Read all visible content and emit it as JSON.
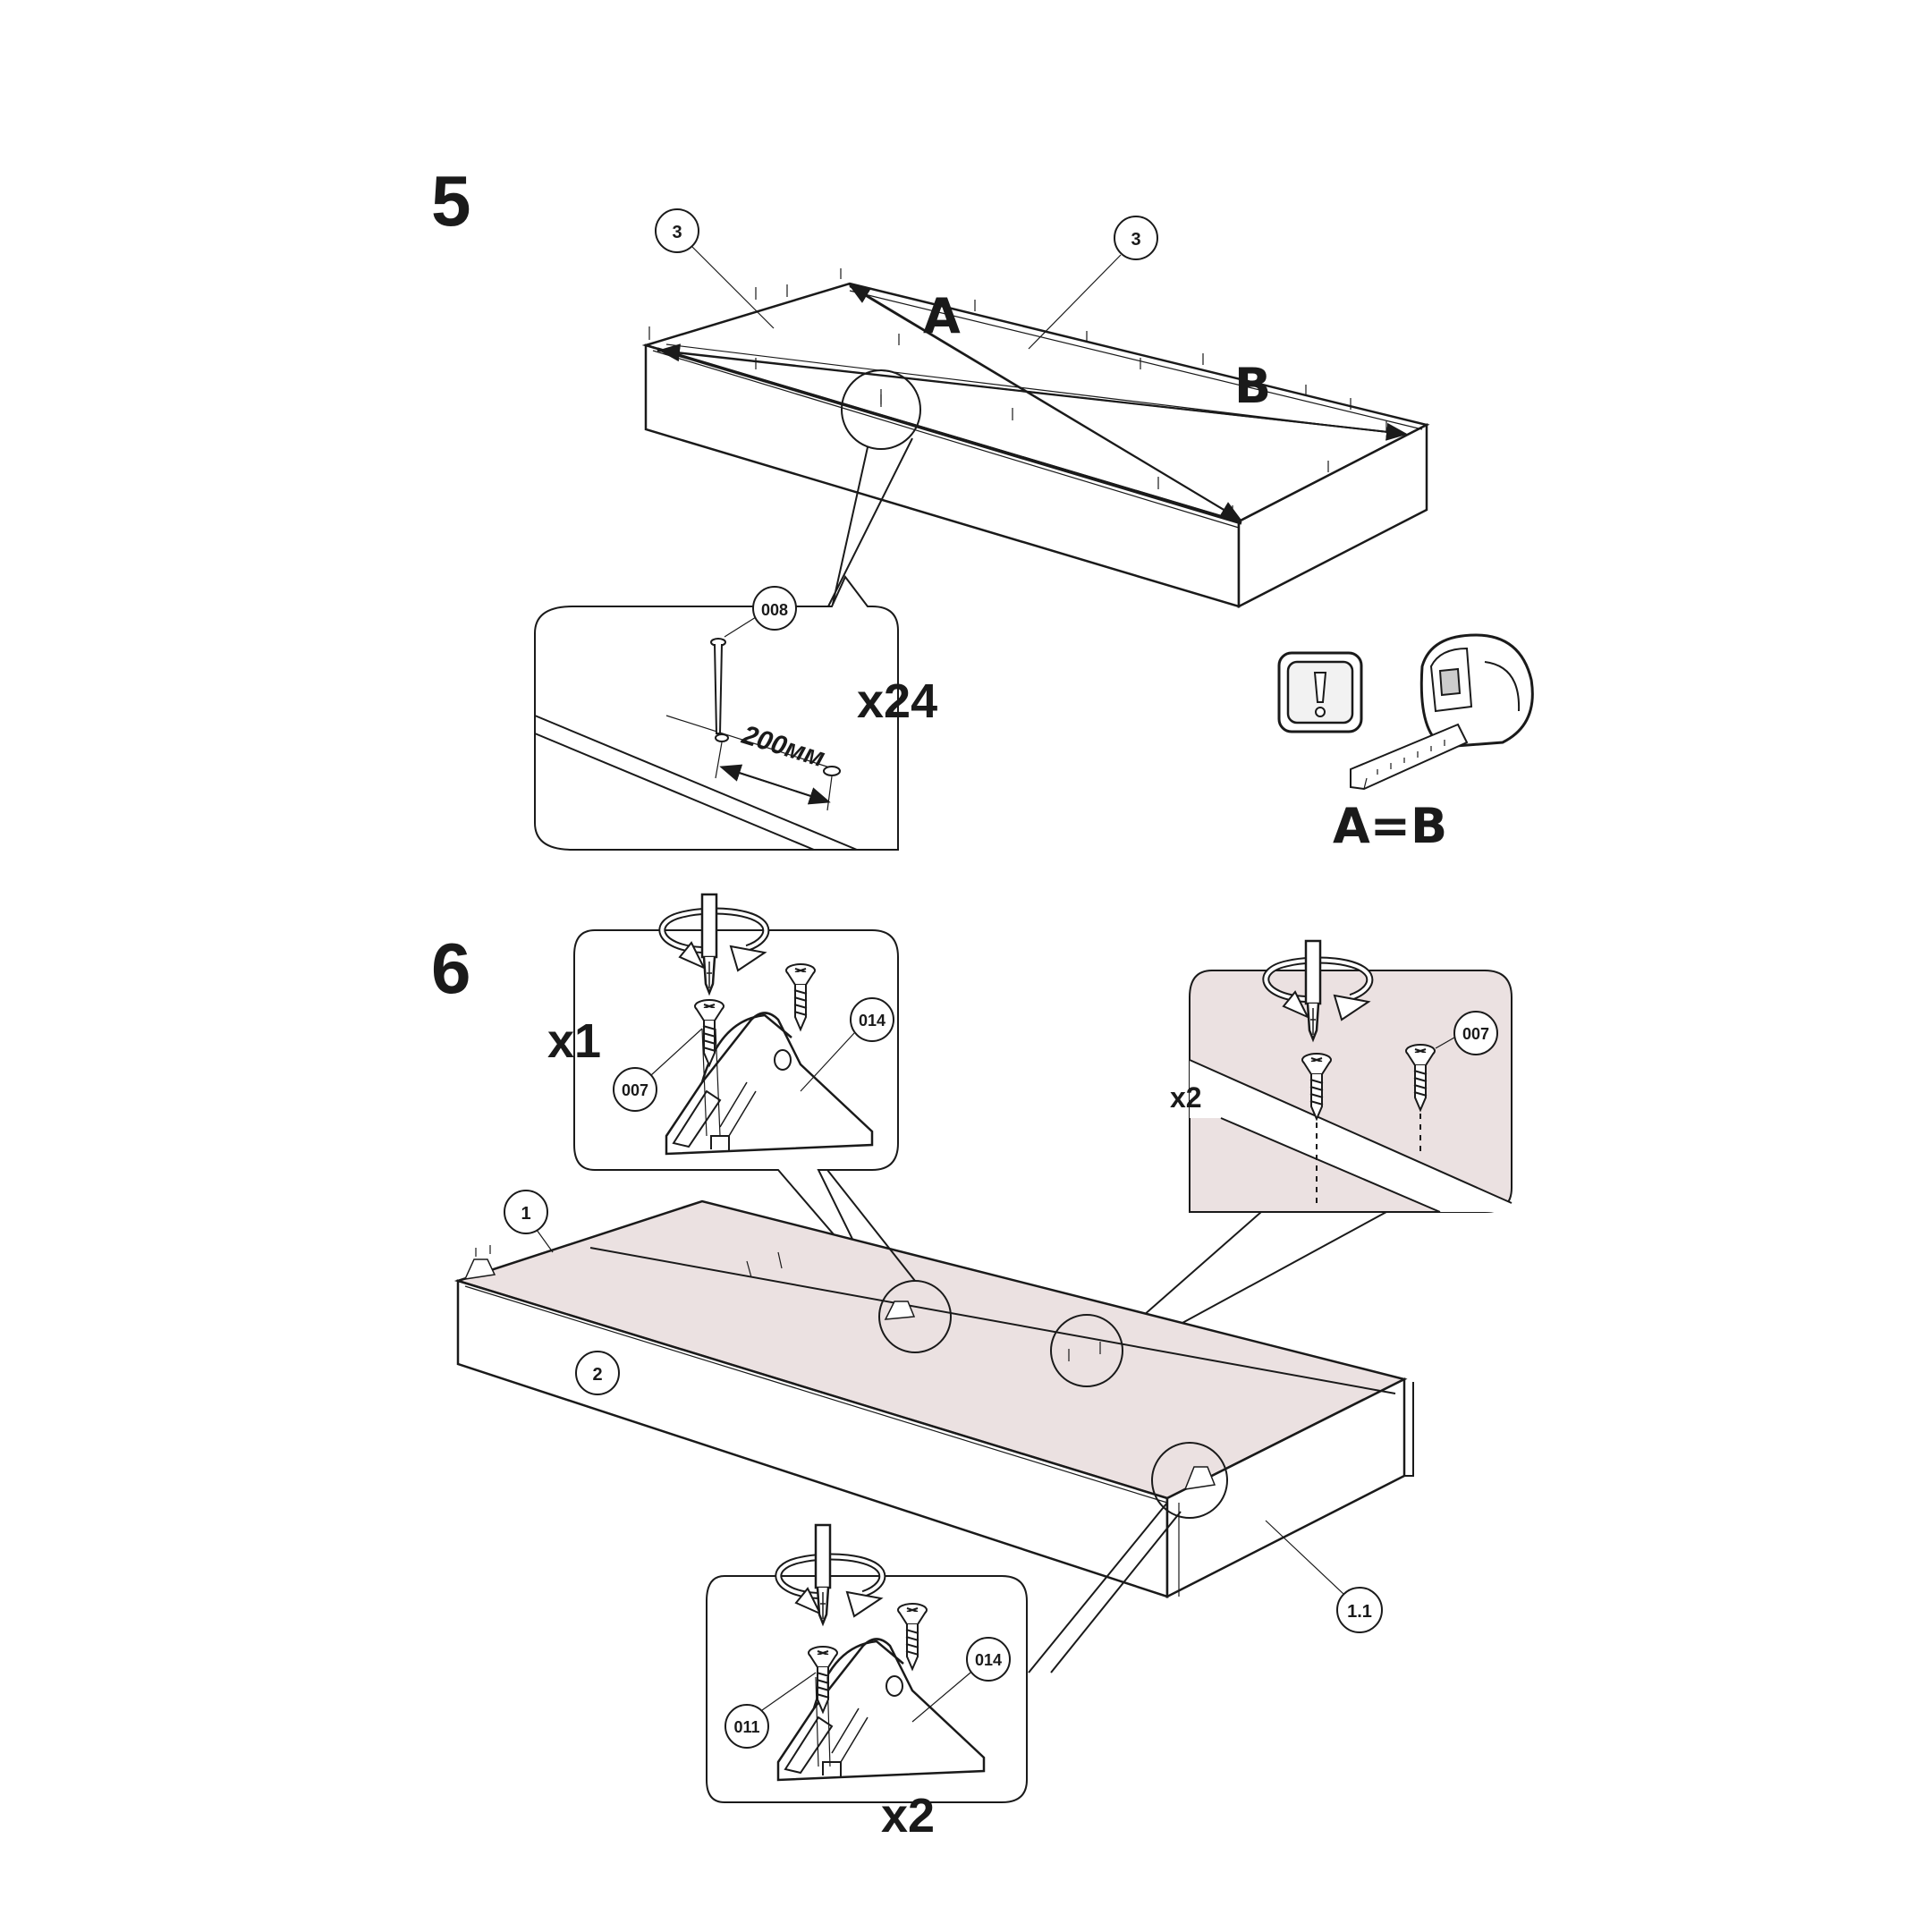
{
  "step5": {
    "number": "5",
    "part_labels": [
      "3",
      "3"
    ],
    "diagonal_a": "A",
    "diagonal_b": "B",
    "nail_part": "008",
    "nail_count": "x24",
    "spacing": "200мм",
    "check_equation": "A=B"
  },
  "step6": {
    "number": "6",
    "part_labels": {
      "bottom": "1",
      "side": "2",
      "end": "1.1"
    },
    "detail_left": {
      "count": "x1",
      "screw": "007",
      "bracket": "014"
    },
    "detail_right": {
      "count": "x2",
      "screw": "007"
    },
    "detail_bottom": {
      "count": "x2",
      "screw": "011",
      "bracket": "014"
    }
  },
  "colors": {
    "line": "#1a1a1a",
    "panel_tint": "#ebe1e1"
  },
  "icons": [
    "warning-icon",
    "tape-measure-icon",
    "screwdriver-icon",
    "rotation-arrow-icon",
    "screw-icon",
    "bracket-icon",
    "nail-icon"
  ]
}
